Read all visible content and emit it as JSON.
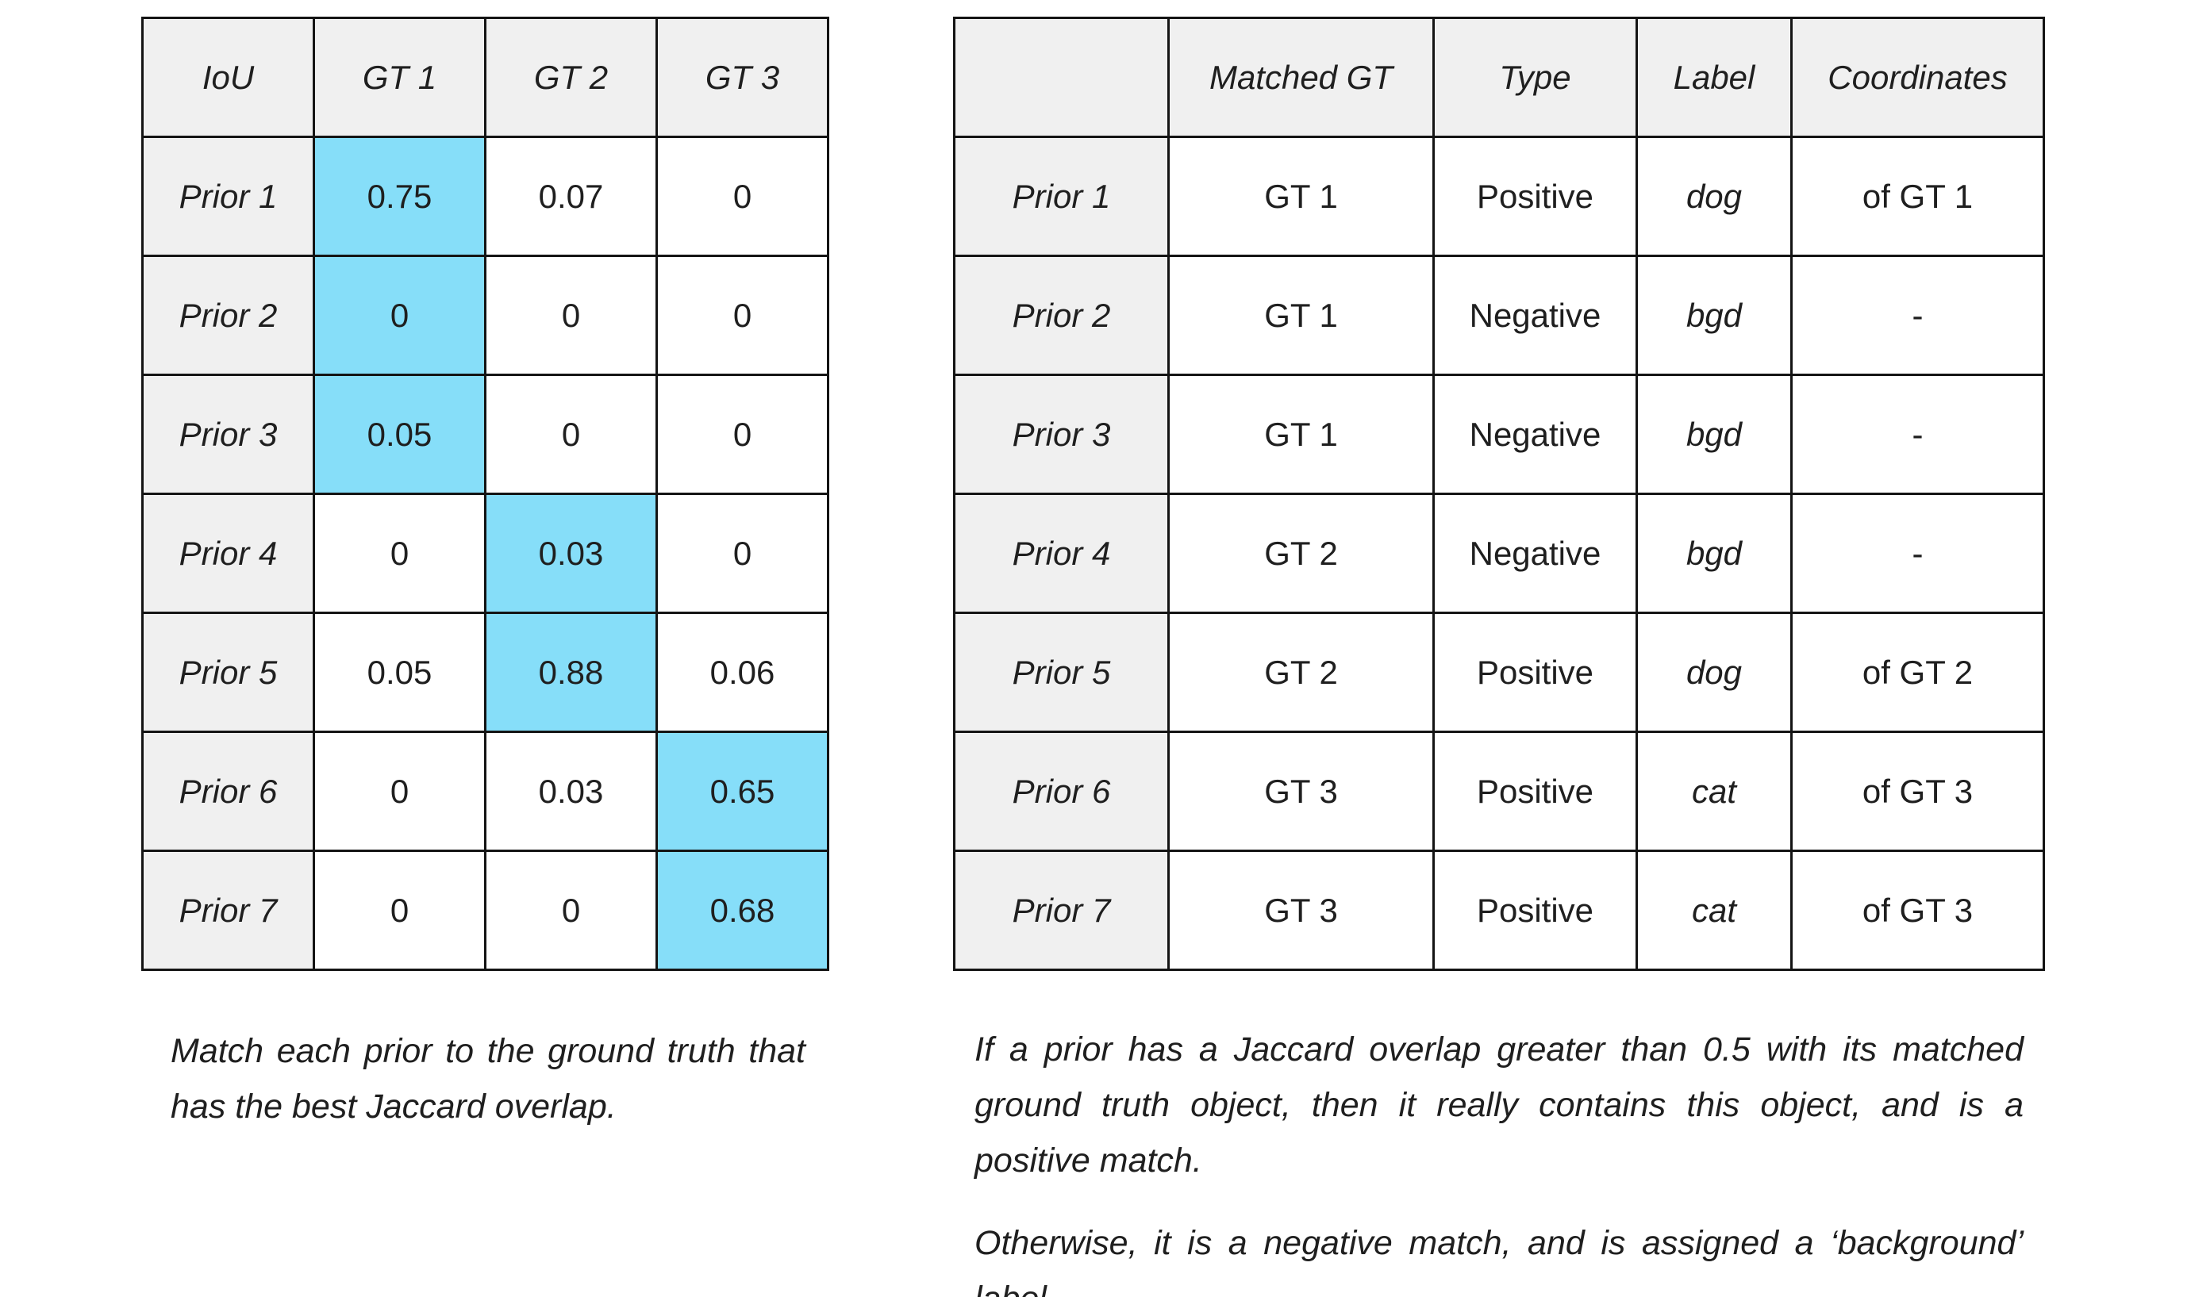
{
  "colors": {
    "background": "#ffffff",
    "header_bg": "#f0f0f0",
    "highlight": "#86def9",
    "border": "#141414",
    "text": "#1f1f1f"
  },
  "iou_table": {
    "corner_label": "IoU",
    "col_headers": [
      "GT 1",
      "GT 2",
      "GT 3"
    ],
    "rows": [
      {
        "label": "Prior 1",
        "values": [
          "0.75",
          "0.07",
          "0"
        ],
        "highlight_col": 0
      },
      {
        "label": "Prior 2",
        "values": [
          "0",
          "0",
          "0"
        ],
        "highlight_col": 0
      },
      {
        "label": "Prior 3",
        "values": [
          "0.05",
          "0",
          "0"
        ],
        "highlight_col": 0
      },
      {
        "label": "Prior 4",
        "values": [
          "0",
          "0.03",
          "0"
        ],
        "highlight_col": 1
      },
      {
        "label": "Prior 5",
        "values": [
          "0.05",
          "0.88",
          "0.06"
        ],
        "highlight_col": 1
      },
      {
        "label": "Prior 6",
        "values": [
          "0",
          "0.03",
          "0.65"
        ],
        "highlight_col": 2
      },
      {
        "label": "Prior 7",
        "values": [
          "0",
          "0",
          "0.68"
        ],
        "highlight_col": 2
      }
    ],
    "caption": "Match each prior to the ground truth that has the best Jaccard overlap."
  },
  "match_table": {
    "corner_label": "",
    "col_headers": [
      "Matched GT",
      "Type",
      "Label",
      "Coordinates"
    ],
    "rows": [
      {
        "label": "Prior 1",
        "matched_gt": "GT 1",
        "type": "Positive",
        "obj_label": "dog",
        "coordinates": "of GT 1"
      },
      {
        "label": "Prior 2",
        "matched_gt": "GT 1",
        "type": "Negative",
        "obj_label": "bgd",
        "coordinates": "-"
      },
      {
        "label": "Prior 3",
        "matched_gt": "GT 1",
        "type": "Negative",
        "obj_label": "bgd",
        "coordinates": "-"
      },
      {
        "label": "Prior 4",
        "matched_gt": "GT 2",
        "type": "Negative",
        "obj_label": "bgd",
        "coordinates": "-"
      },
      {
        "label": "Prior 5",
        "matched_gt": "GT 2",
        "type": "Positive",
        "obj_label": "dog",
        "coordinates": "of GT 2"
      },
      {
        "label": "Prior 6",
        "matched_gt": "GT 3",
        "type": "Positive",
        "obj_label": "cat",
        "coordinates": "of GT 3"
      },
      {
        "label": "Prior 7",
        "matched_gt": "GT 3",
        "type": "Positive",
        "obj_label": "cat",
        "coordinates": "of GT 3"
      }
    ],
    "caption_1": "If a prior has a Jaccard overlap greater than 0.5 with its matched ground truth object, then it really contains this object, and is a positive match.",
    "caption_2": "Otherwise, it is a negative match, and is assigned a ‘background’ label."
  }
}
